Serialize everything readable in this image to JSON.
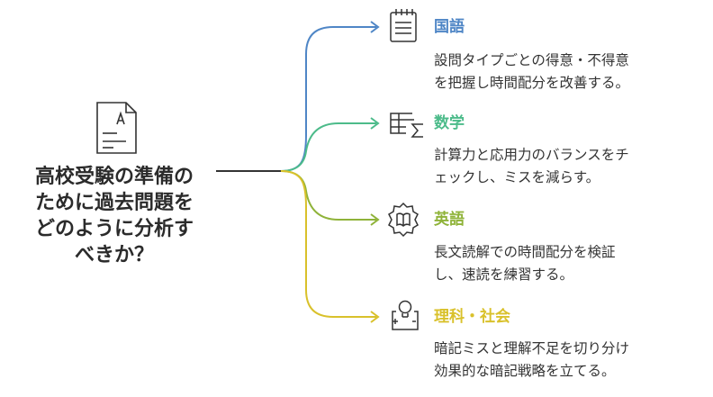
{
  "center": {
    "title_lines": [
      "高校受験の準備の",
      "ために過去問題を",
      "どのように分析す",
      "べきか？"
    ],
    "icon": "document-pen-icon"
  },
  "branches": [
    {
      "title": "国語",
      "desc_lines": [
        "設問タイプごとの得意・不得意",
        "を把握し時間配分を改善する。"
      ],
      "color": "#4f86c6",
      "icon": "notepad-icon"
    },
    {
      "title": "数学",
      "desc_lines": [
        "計算力と応用力のバランスをチ",
        "ェックし、ミスを減らす。"
      ],
      "color": "#4cbb8a",
      "icon": "table-sigma-icon"
    },
    {
      "title": "英語",
      "desc_lines": [
        "長文読解での時間配分を検証",
        "し、速読を練習する。"
      ],
      "color": "#8fb339",
      "icon": "book-badge-icon"
    },
    {
      "title": "理科・社会",
      "desc_lines": [
        "暗記ミスと理解不足を切り分け",
        "効果的な暗記戦略を立てる。"
      ],
      "color": "#d9c12b",
      "icon": "lightbulb-icon"
    }
  ]
}
